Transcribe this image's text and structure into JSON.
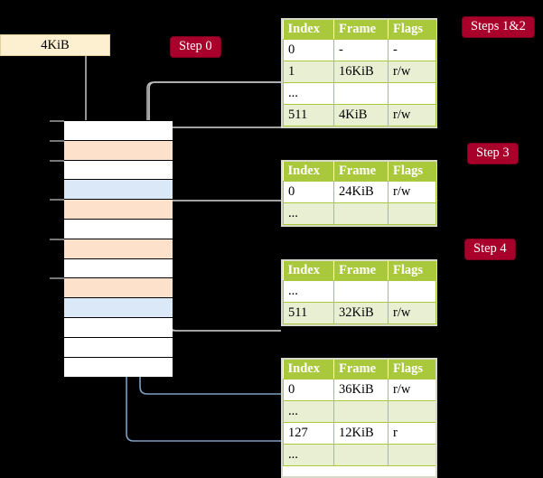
{
  "diagram": {
    "title_badges": {
      "step0": "Step 0",
      "steps12": "Steps 1&2",
      "step3": "Step 3",
      "step4": "Step 4"
    },
    "source_box": {
      "label": "4KiB"
    },
    "columns": [
      "Index",
      "Frame",
      "Flags"
    ],
    "tables": [
      {
        "id": "table-steps-1-2",
        "rows": [
          {
            "index": "0",
            "frame": "-",
            "flags": "-",
            "shade": "odd",
            "highlight": false
          },
          {
            "index": "1",
            "frame": "16KiB",
            "flags": "r/w",
            "shade": "even",
            "highlight": false
          },
          {
            "index": "...",
            "frame": "",
            "flags": "",
            "shade": "odd",
            "highlight": false
          },
          {
            "index": "511",
            "frame": "4KiB",
            "flags": "r/w",
            "shade": "even",
            "highlight": true
          }
        ]
      },
      {
        "id": "table-step-3",
        "rows": [
          {
            "index": "0",
            "frame": "24KiB",
            "flags": "r/w",
            "shade": "odd",
            "highlight": false
          },
          {
            "index": "...",
            "frame": "",
            "flags": "",
            "shade": "even",
            "highlight": false
          }
        ]
      },
      {
        "id": "table-step-4-a",
        "rows": [
          {
            "index": "...",
            "frame": "",
            "flags": "",
            "shade": "odd",
            "highlight": false
          },
          {
            "index": "511",
            "frame": "32KiB",
            "flags": "r/w",
            "shade": "even",
            "highlight": false
          }
        ]
      },
      {
        "id": "table-step-4-b",
        "rows": [
          {
            "index": "0",
            "frame": "36KiB",
            "flags": "r/w",
            "shade": "odd",
            "highlight": false
          },
          {
            "index": "...",
            "frame": "",
            "flags": "",
            "shade": "even",
            "highlight": false
          },
          {
            "index": "127",
            "frame": "12KiB",
            "flags": "r",
            "shade": "odd",
            "highlight": false
          },
          {
            "index": "...",
            "frame": "",
            "flags": "",
            "shade": "even",
            "highlight": false
          }
        ]
      }
    ],
    "memory_rows": [
      {
        "kind": "white"
      },
      {
        "kind": "orange"
      },
      {
        "kind": "white"
      },
      {
        "kind": "blue"
      },
      {
        "kind": "orange"
      },
      {
        "kind": "white"
      },
      {
        "kind": "orange"
      },
      {
        "kind": "white"
      },
      {
        "kind": "orange"
      },
      {
        "kind": "blue"
      },
      {
        "kind": "white"
      },
      {
        "kind": "white"
      },
      {
        "kind": "white"
      }
    ],
    "colors": {
      "header_green": "#aac83c",
      "row_even": "#e9efd3",
      "highlight_yellow": "#fcfcb0",
      "badge_red": "#a8002a",
      "source_box": "#fdf0d0",
      "mem_orange": "#fde1ca",
      "mem_blue": "#dbe8f7",
      "connector_grey": "#b9b9b9",
      "connector_blue": "#7d9fc4",
      "background": "#000000"
    }
  }
}
